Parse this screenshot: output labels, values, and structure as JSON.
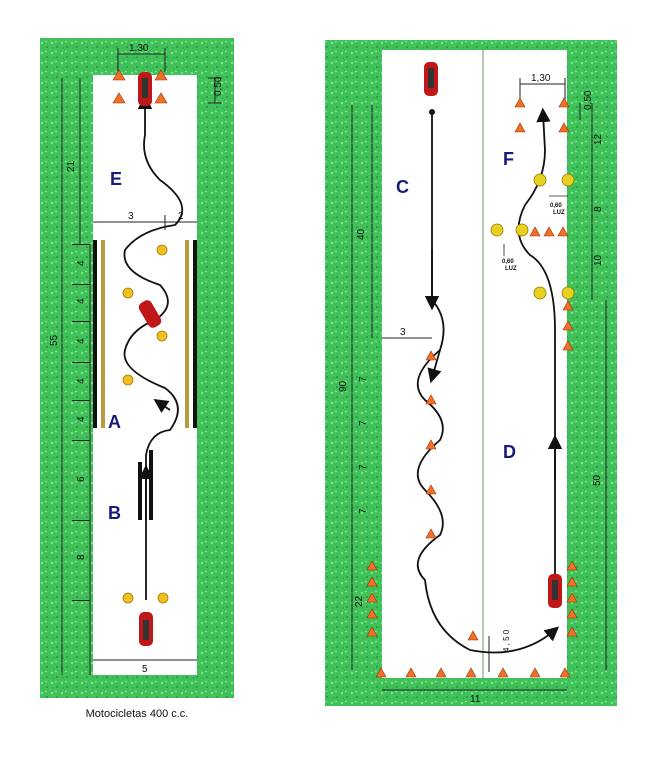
{
  "caption": "Motocicletas 400 c.c.",
  "colors": {
    "grass": "#41c15a",
    "lane": "#ffffff",
    "pylon": "#f07028",
    "cone": "#f0c020",
    "ball": "#e8d020",
    "letters": "#1a1a7a"
  },
  "left": {
    "zones": [
      "E",
      "A",
      "B"
    ],
    "dims": {
      "top_width": "1,30",
      "top_gap": "0,50",
      "top_len": "21",
      "left_w": "3",
      "right_w": "2",
      "total": "55",
      "seg1": "4",
      "seg2": "4",
      "seg3": "4",
      "seg4": "4",
      "seg5": "4",
      "seg6": "6",
      "seg7": "8",
      "bottom": "5"
    }
  },
  "right": {
    "zones": [
      "C",
      "F",
      "D"
    ],
    "dims": {
      "top_width": "1,30",
      "top_gap": "0,50",
      "c_len": "40",
      "offset": "3",
      "total": "90",
      "w1": "7",
      "w2": "7",
      "w3": "7",
      "w4": "7",
      "bottom_left": "22",
      "f1": "12",
      "f2": "8",
      "f3": "10",
      "d_len": "50",
      "bottom_gap": "4 , 5 0",
      "bottom": "11"
    },
    "luz1": "0,60",
    "luz1b": "LUZ",
    "luz2": "0,60",
    "luz2b": "LUZ"
  }
}
